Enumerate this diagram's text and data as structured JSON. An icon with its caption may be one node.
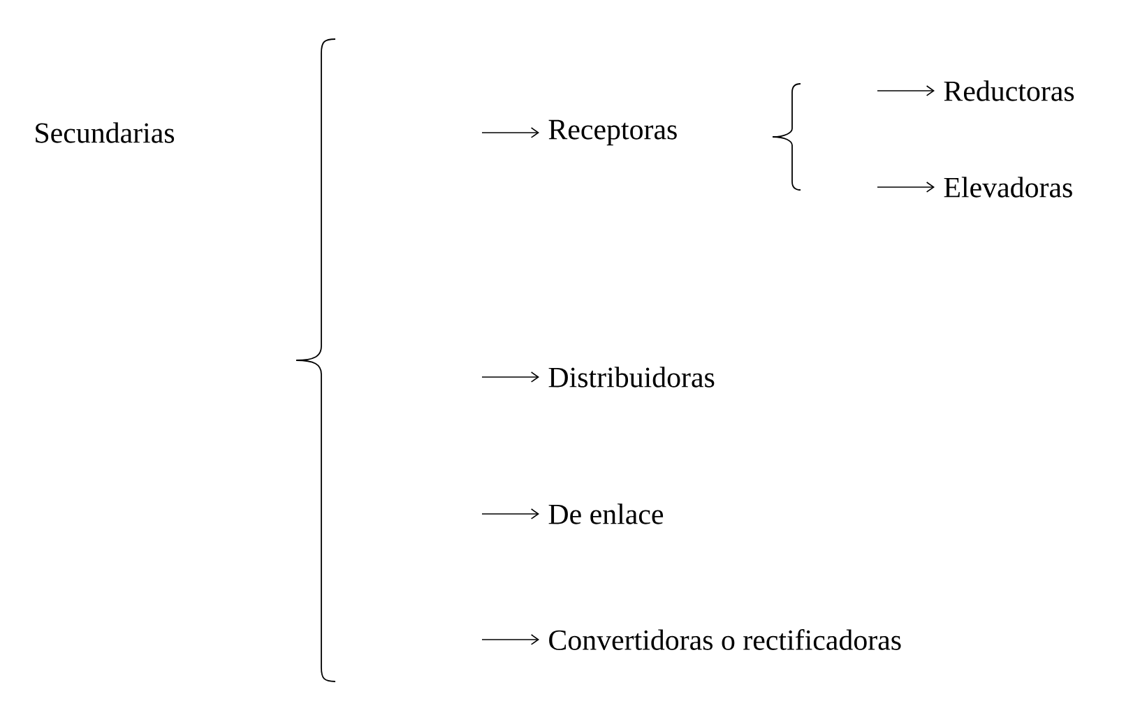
{
  "diagram": {
    "nodes": [
      {
        "text": [
          "Secundarias"
        ]
      },
      {
        "text": [
          "Receptoras"
        ]
      },
      {
        "text": [
          "Reductoras"
        ]
      },
      {
        "text": [
          "Elevadoras"
        ]
      },
      {
        "text": [
          "Distribuidoras"
        ]
      },
      {
        "text": [
          "De enlace"
        ]
      },
      {
        "text": [
          "Convertidoras o rectificadoras"
        ]
      }
    ],
    "edges": [
      {
        "from": null,
        "to": 1,
        "arrow": "to"
      },
      {
        "from": null,
        "to": 2,
        "arrow": "to"
      },
      {
        "from": null,
        "to": 3,
        "arrow": "to"
      },
      {
        "from": null,
        "to": 4,
        "arrow": "to"
      },
      {
        "from": null,
        "to": 5,
        "arrow": "to"
      },
      {
        "from": null,
        "to": 6,
        "arrow": "to"
      }
    ]
  }
}
